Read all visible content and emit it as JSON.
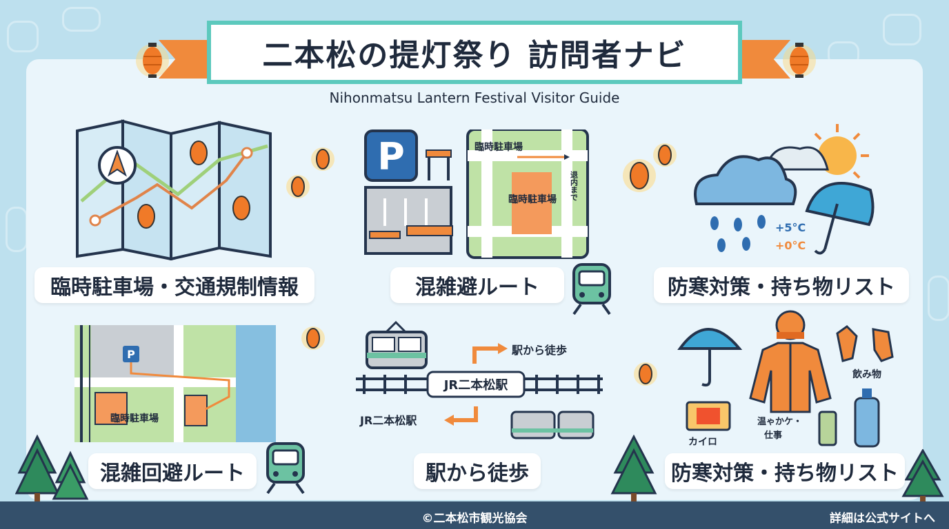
{
  "header": {
    "title": "二本松の提灯祭り 訪問者ナビ",
    "subtitle": "Nihonmatsu Lantern Festival Visitor Guide"
  },
  "sections": {
    "parking_traffic": {
      "label": "臨時駐車場・交通規制情報"
    },
    "route_top": {
      "label": "混雑避ルート",
      "map_label_top": "臨時駐車場",
      "map_label_center": "臨時駐車場",
      "map_label_side": "退内まで"
    },
    "cold_top": {
      "label": "防寒対策・持ち物リスト",
      "temp_high": "+5°C",
      "temp_low": "+0°C"
    },
    "route_bottom": {
      "label": "混雑回避ルート",
      "map_label": "臨時駐車場"
    },
    "walk": {
      "label": "駅から徒歩",
      "arrow_label": "駅から徒歩",
      "station_sign": "JR二本松駅",
      "station_left": "JR二本松駅"
    },
    "cold_bottom": {
      "label": "防寒対策・持ち物リスト",
      "item_kairo": "カイロ",
      "item_drink": "飲み物",
      "item_warm": "温ゃかケ・",
      "item_warm2": "仕事"
    }
  },
  "footer": {
    "copyright": "©二本松市観光協会",
    "more": "詳細は公式サイトへ"
  },
  "colors": {
    "accent_orange": "#f08a3c",
    "banner_teal": "#5cc9bd",
    "footer": "#34506b",
    "parking_blue": "#2f6db0"
  }
}
